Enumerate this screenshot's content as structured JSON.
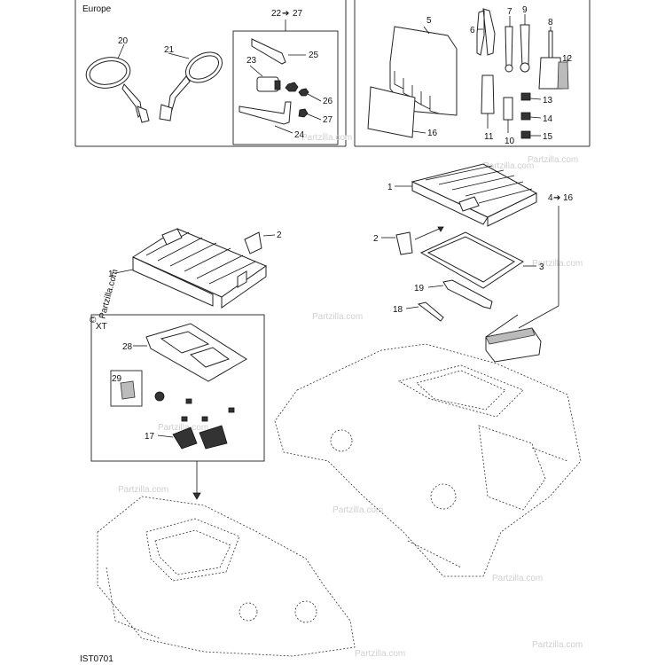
{
  "region_label": "Europe",
  "xt_label": "XT",
  "doc_code": "IST0701",
  "watermark": "Partzilla.com",
  "watermark_copyright": "©",
  "callouts": {
    "c1a": "1",
    "c1b": "1",
    "c2a": "2",
    "c2b": "2",
    "c3": "3",
    "c4_16": "4",
    "c4_16_end": "16",
    "c5": "5",
    "c6": "6",
    "c7": "7",
    "c8": "8",
    "c9": "9",
    "c10": "10",
    "c11": "11",
    "c12": "12",
    "c13": "13",
    "c14": "14",
    "c15": "15",
    "c16": "16",
    "c17": "17",
    "c18": "18",
    "c19": "19",
    "c20": "20",
    "c21": "21",
    "c22_27": "22",
    "c22_27_end": "27",
    "c23": "23",
    "c24": "24",
    "c25": "25",
    "c26": "26",
    "c27": "27",
    "c28": "28",
    "c29": "29"
  }
}
